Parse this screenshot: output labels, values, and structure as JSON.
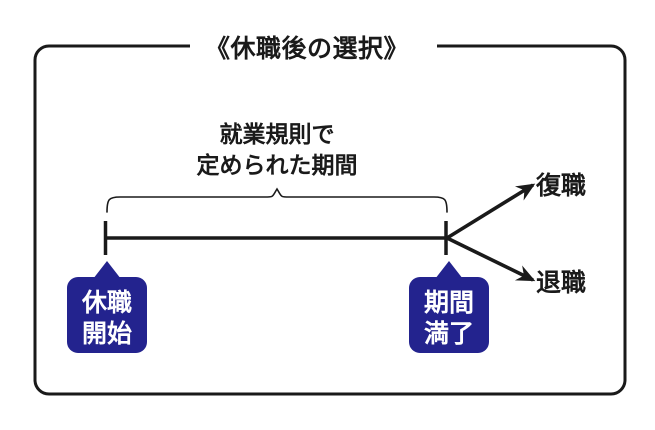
{
  "figure": {
    "title": "《休職後の選択》",
    "frame_color": "#1a1a1a",
    "accent_color": "#23238e",
    "text_color": "#1a1a1a",
    "background": "#ffffff"
  },
  "period_label": {
    "line1": "就業規則で",
    "line2": "定められた期間"
  },
  "timeline": {
    "start_marker": {
      "line1": "休職",
      "line2": "開始"
    },
    "end_marker": {
      "line1": "期間",
      "line2": "満了"
    }
  },
  "outcomes": [
    {
      "label": "復職",
      "direction": "up"
    },
    {
      "label": "退職",
      "direction": "down"
    }
  ]
}
